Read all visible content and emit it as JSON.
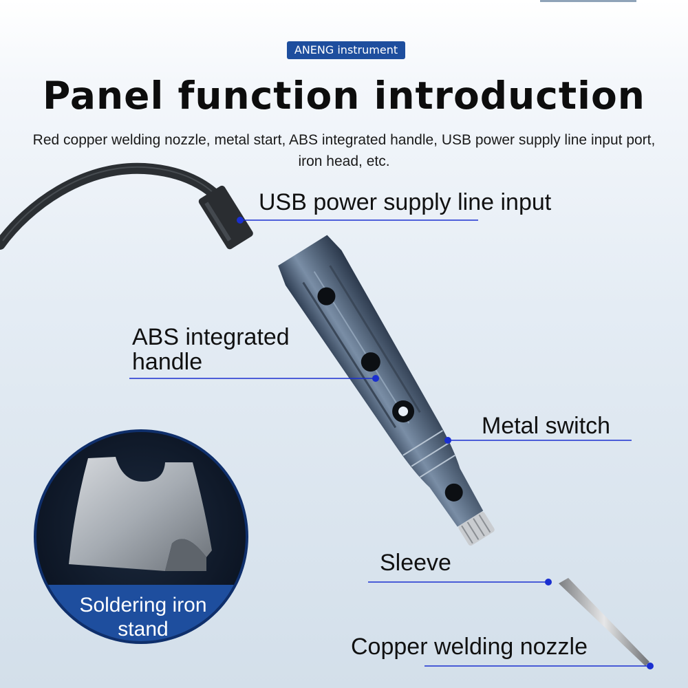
{
  "brand": "ANENG instrument",
  "title": "Panel function introduction",
  "subtitle": "Red copper welding nozzle, metal start, ABS integrated handle, USB power supply line input port, iron head, etc.",
  "callouts": {
    "usb_input": "USB power supply line input",
    "handle": "ABS integrated handle",
    "metal_switch": "Metal switch",
    "sleeve": "Sleeve",
    "nozzle": "Copper welding nozzle"
  },
  "stand": {
    "caption": "Soldering iron stand"
  },
  "colors": {
    "accent": "#1e4e9e",
    "leader_line": "#1a2fd0",
    "badge_text": "#ffffff",
    "title_text": "#0d0d0d",
    "stand_circle_border": "#0f2f6b"
  }
}
